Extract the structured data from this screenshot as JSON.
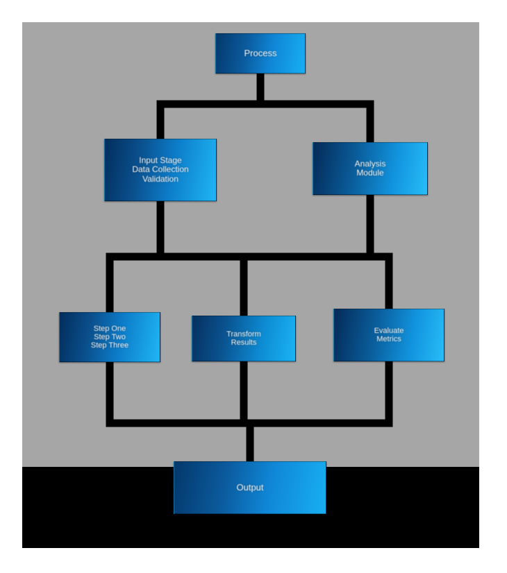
{
  "canvas": {
    "background_color": "#a6a6a6",
    "footer_band_color": "#000000",
    "page_background": "#ffffff",
    "connector_color": "#000000"
  },
  "palette": {
    "node_dark": "#03386b",
    "node_mid": "#0b5b9e",
    "node_light": "#18aff2",
    "accent": "#1fb6f5"
  },
  "diagram": {
    "type": "hierarchy-tree",
    "title": "",
    "levels": 4,
    "nodes": [
      {
        "id": "root",
        "level": 1,
        "lines": [
          "Process"
        ]
      },
      {
        "id": "l2-a",
        "level": 2,
        "lines": [
          "Input Stage",
          "Data Collection",
          "Validation"
        ]
      },
      {
        "id": "l2-b",
        "level": 2,
        "lines": [
          "Analysis",
          "Module"
        ]
      },
      {
        "id": "l3-a",
        "level": 3,
        "lines": [
          "Step One",
          "Step Two",
          "Step Three"
        ]
      },
      {
        "id": "l3-b",
        "level": 3,
        "lines": [
          "Transform",
          "Results"
        ]
      },
      {
        "id": "l3-c",
        "level": 3,
        "lines": [
          "Evaluate",
          "Metrics"
        ]
      },
      {
        "id": "bottom",
        "level": 4,
        "lines": [
          "Output"
        ]
      }
    ],
    "edges": [
      {
        "from": "root",
        "to": "l2-a"
      },
      {
        "from": "root",
        "to": "l2-b"
      },
      {
        "from": "l2-a",
        "to": "l3-a"
      },
      {
        "from": "l2-a",
        "to": "l3-b"
      },
      {
        "from": "l2-b",
        "to": "l3-b"
      },
      {
        "from": "l2-b",
        "to": "l3-c"
      },
      {
        "from": "l3-a",
        "to": "bottom"
      },
      {
        "from": "l3-b",
        "to": "bottom"
      },
      {
        "from": "l3-c",
        "to": "bottom"
      }
    ]
  }
}
